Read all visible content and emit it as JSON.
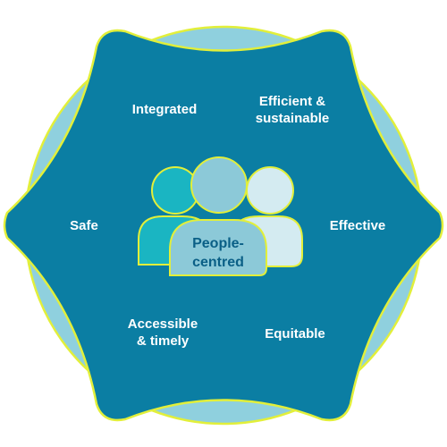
{
  "diagram": {
    "center": {
      "line1": "People-",
      "line2": "centred"
    },
    "attributes": {
      "integrated": {
        "line1": "Integrated"
      },
      "efficient": {
        "line1": "Efficient &",
        "line2": "sustainable"
      },
      "safe": {
        "line1": "Safe"
      },
      "effective": {
        "line1": "Effective"
      },
      "accessible": {
        "line1": "Accessible",
        "line2": "& timely"
      },
      "equitable": {
        "line1": "Equitable"
      }
    },
    "colors": {
      "outer_circle": "#8fd0de",
      "star_fill": "#0b7ea3",
      "outline": "#e2ef3a",
      "person_left": "#1ab5c2",
      "person_center": "#8cc9d8",
      "person_right": "#d4ebf1",
      "label_text": "#ffffff",
      "center_text": "#0a5f86"
    },
    "icon": "people-group-icon"
  }
}
